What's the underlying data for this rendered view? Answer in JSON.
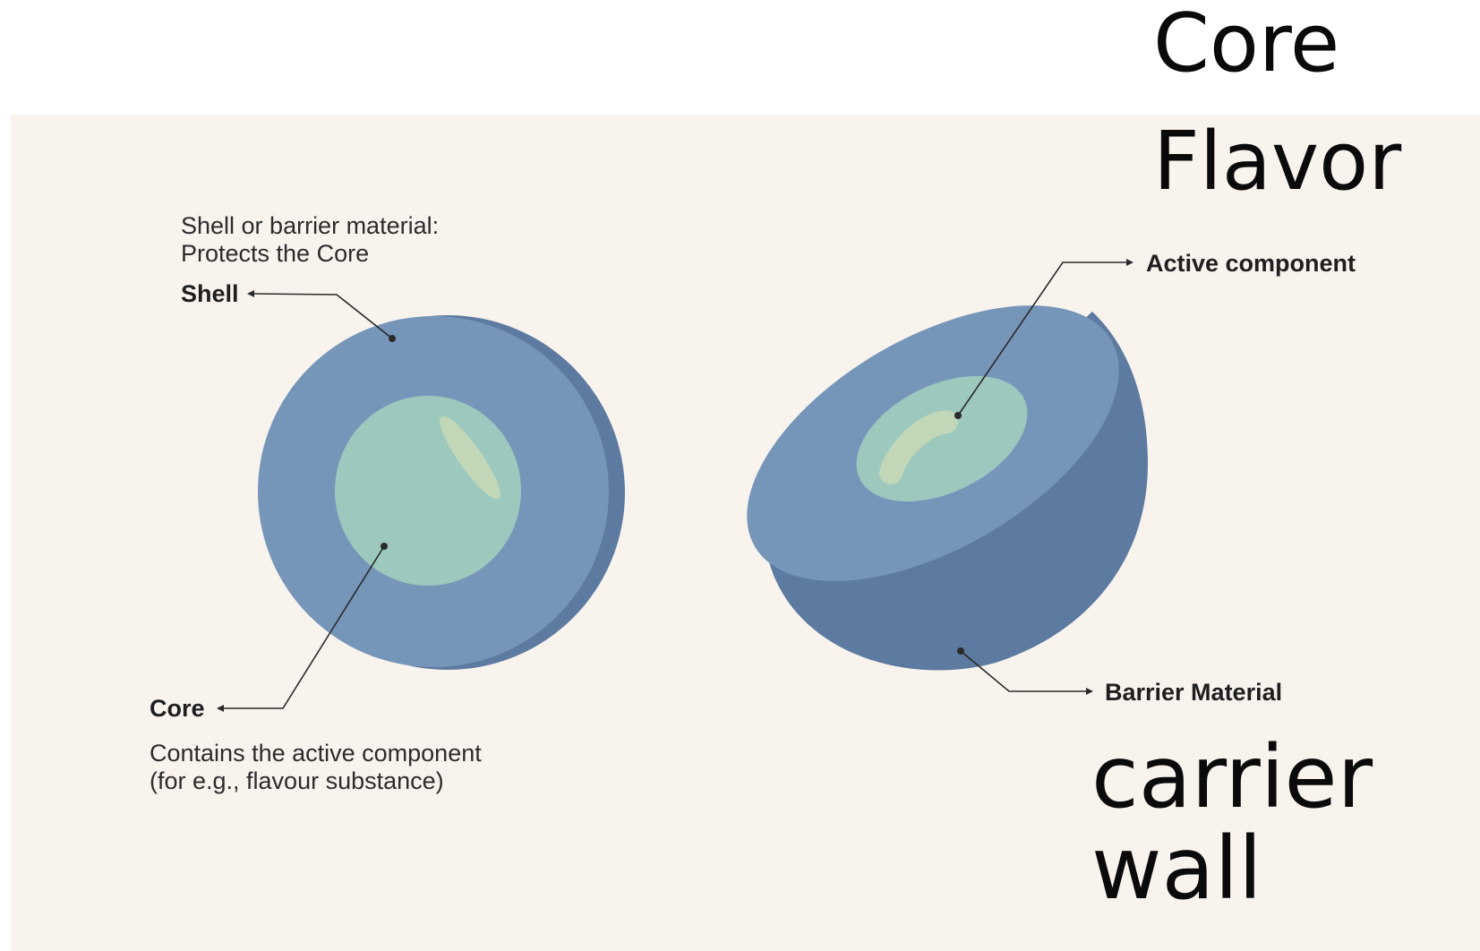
{
  "overlay_words": {
    "core": "Core",
    "flavor": "Flavor",
    "carrier": "carrier",
    "wall": "wall"
  },
  "diagram": {
    "shell_description": [
      "Shell or barrier material:",
      "Protects the Core"
    ],
    "shell_label": "Shell",
    "core_label": "Core",
    "core_description": [
      "Contains the active component",
      "(for e.g., flavour substance)"
    ],
    "active_component_label": "Active component",
    "barrier_material_label": "Barrier Material"
  },
  "colors": {
    "panel_background": "#f9f3ee",
    "shell_blue": "#7696b9",
    "shell_shadow": "#5d7aa0",
    "core_green": "#9cc8be",
    "highlight": "#bfd6b8",
    "leader_line": "#2a2a2a"
  }
}
